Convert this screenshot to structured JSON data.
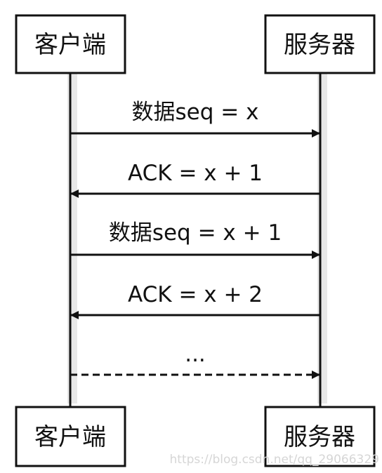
{
  "participants": {
    "left": {
      "label": "客户端"
    },
    "right": {
      "label": "服务器"
    }
  },
  "messages": [
    {
      "label": "数据seq = x",
      "direction": "client-to-server",
      "style": "solid"
    },
    {
      "label": "ACK = x + 1",
      "direction": "server-to-client",
      "style": "solid"
    },
    {
      "label": "数据seq = x + 1",
      "direction": "client-to-server",
      "style": "solid"
    },
    {
      "label": "ACK = x + 2",
      "direction": "server-to-client",
      "style": "solid"
    },
    {
      "label": "...",
      "direction": "client-to-server",
      "style": "dashed"
    }
  ],
  "watermark": {
    "text": "https://blog.csdn.net/qq_29066329"
  },
  "colors": {
    "line": "#111111",
    "lifeline_shadow": "#e6e6e6",
    "box_fill": "#ffffff",
    "watermark": "#d6d6d6"
  }
}
